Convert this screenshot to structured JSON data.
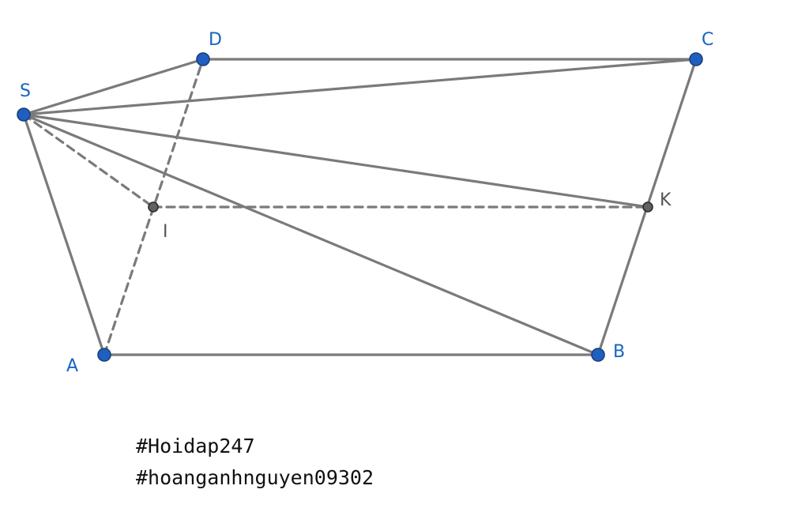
{
  "figure": {
    "points": [
      {
        "id": "S",
        "label": "S",
        "kind": "main"
      },
      {
        "id": "D",
        "label": "D",
        "kind": "main"
      },
      {
        "id": "C",
        "label": "C",
        "kind": "main"
      },
      {
        "id": "A",
        "label": "A",
        "kind": "main"
      },
      {
        "id": "B",
        "label": "B",
        "kind": "main"
      },
      {
        "id": "I",
        "label": "I",
        "kind": "aux"
      },
      {
        "id": "K",
        "label": "K",
        "kind": "aux"
      }
    ],
    "solid_segments": [
      [
        "D",
        "C"
      ],
      [
        "C",
        "B"
      ],
      [
        "A",
        "B"
      ],
      [
        "S",
        "A"
      ],
      [
        "S",
        "D"
      ],
      [
        "S",
        "C"
      ],
      [
        "S",
        "B"
      ],
      [
        "S",
        "K"
      ]
    ],
    "dashed_segments": [
      [
        "A",
        "D"
      ],
      [
        "S",
        "I"
      ],
      [
        "I",
        "K"
      ]
    ],
    "colors": {
      "line": "#7a7a7a",
      "main_point_fill": "#1f5fbf",
      "main_point_stroke": "#1a3f7a",
      "aux_point_fill": "#616161",
      "aux_point_stroke": "#2b2b2b",
      "main_label": "#1565c0",
      "aux_label": "#555555"
    }
  },
  "tags": [
    "#Hoidap247",
    "#hoanganhnguyen09302"
  ]
}
